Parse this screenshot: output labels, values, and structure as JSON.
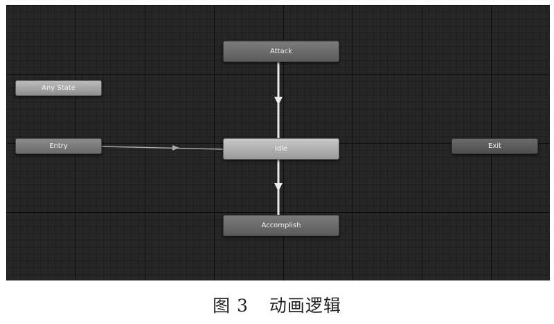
{
  "diagram": {
    "nodes": {
      "any_state": "Any State",
      "entry": "Entry",
      "attack": "Attack",
      "idle": "Idle",
      "accomplish": "Accomplish",
      "exit": "Exit"
    },
    "edges": [
      {
        "from": "entry",
        "to": "idle"
      },
      {
        "from": "attack",
        "to": "idle"
      },
      {
        "from": "idle",
        "to": "accomplish"
      }
    ]
  },
  "caption": {
    "figure_label": "图 3",
    "title": "动画逻辑"
  },
  "colors": {
    "canvas": "#262626",
    "edge": "#e6e6e6"
  }
}
